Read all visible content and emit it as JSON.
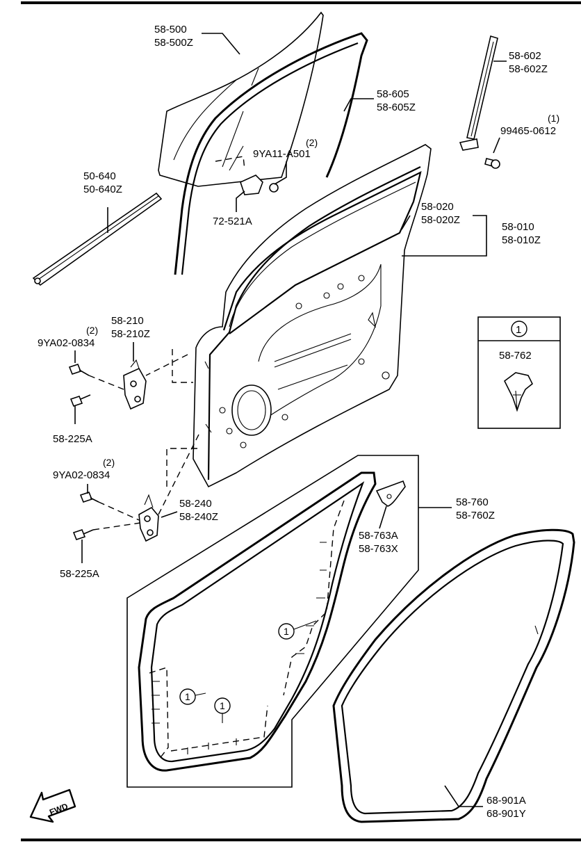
{
  "labels": {
    "glass": [
      "58-500",
      "58-500Z"
    ],
    "channel": [
      "58-605",
      "58-605Z"
    ],
    "run_channel": [
      "58-602",
      "58-602Z"
    ],
    "screw_top_qty": "(1)",
    "screw_top": "99465-0612",
    "bolt_glass_qty": "(2)",
    "bolt_glass": "9YA11-A501",
    "weatherstrip_outer": [
      "50-640",
      "50-640Z"
    ],
    "glass_bracket": "72-521A",
    "frame": [
      "58-020",
      "58-020Z"
    ],
    "door": [
      "58-010",
      "58-010Z"
    ],
    "hinge_upper": [
      "58-210",
      "58-210Z"
    ],
    "hinge_upper_bolt_qty": "(2)",
    "hinge_upper_bolt": "9YA02-0834",
    "hinge_upper_bolt2": "58-225A",
    "hinge_lower_bolt_qty": "(2)",
    "hinge_lower_bolt": "9YA02-0834",
    "hinge_lower": [
      "58-240",
      "58-240Z"
    ],
    "hinge_lower_bolt2": "58-225A",
    "door_weatherstrip": [
      "58-760",
      "58-760Z"
    ],
    "clip_plate": [
      "58-763A",
      "58-763X"
    ],
    "body_weatherstrip": [
      "68-901A",
      "68-901Y"
    ]
  },
  "legend_box": {
    "marker": "1",
    "part": "58-762"
  },
  "callout_marker": "1",
  "fwd": "FWD"
}
